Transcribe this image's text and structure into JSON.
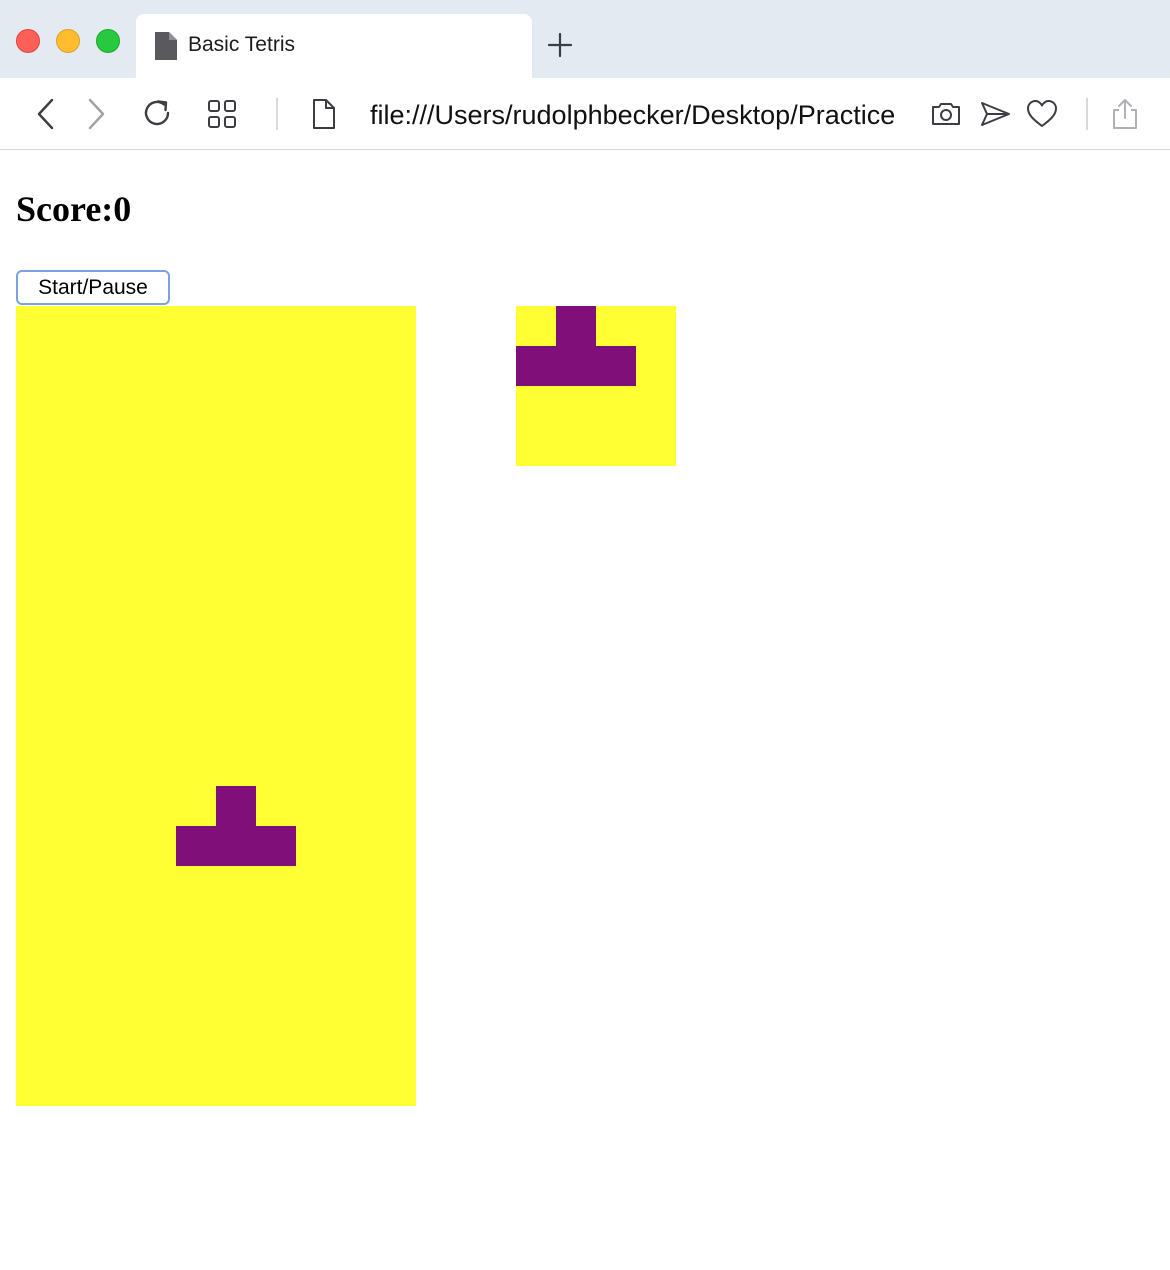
{
  "browser": {
    "tab_title": "Basic Tetris",
    "url": "file:///Users/rudolphbecker/Desktop/Practice/tetris/index.html",
    "tab_icon": "document-icon",
    "toolbar_icons": [
      "back-icon",
      "forward-icon",
      "reload-icon",
      "grid-icon",
      "page-icon",
      "camera-icon",
      "send-icon",
      "heart-icon",
      "share-icon"
    ]
  },
  "game": {
    "score_label": "Score:",
    "score_value": "0",
    "start_pause_label": "Start/Pause",
    "board": {
      "columns": 10,
      "rows": 20,
      "empty_color": "#ffff33",
      "filled_color": "#800f7a",
      "filled_cells": [
        [
          5,
          12
        ],
        [
          4,
          13
        ],
        [
          5,
          13
        ],
        [
          6,
          13
        ]
      ]
    },
    "next_piece": {
      "columns": 4,
      "rows": 4,
      "empty_color": "#ffff33",
      "filled_color": "#800f7a",
      "filled_cells": [
        [
          1,
          0
        ],
        [
          0,
          1
        ],
        [
          1,
          1
        ],
        [
          2,
          1
        ]
      ]
    }
  }
}
